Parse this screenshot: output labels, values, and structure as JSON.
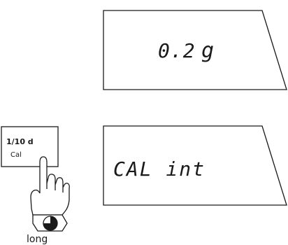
{
  "display_top": {
    "value": "0.2",
    "unit": "g"
  },
  "display_bottom": {
    "text": "CAL int"
  },
  "key": {
    "primary_label": "1/10 d",
    "secondary_label": "Cal"
  },
  "press_caption": "long",
  "icons": {
    "hand": "pointing-finger-press",
    "timer": "clock-hold-long-press"
  }
}
